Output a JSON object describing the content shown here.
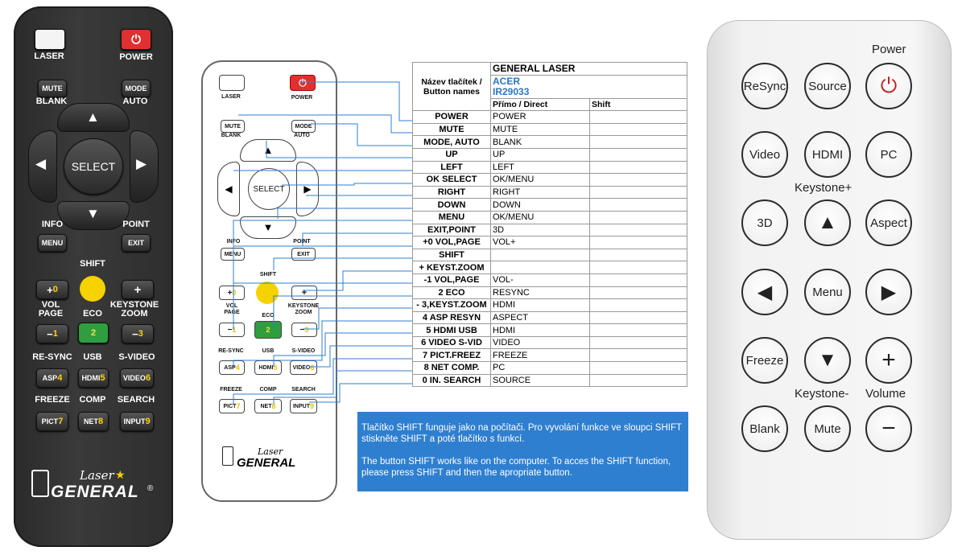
{
  "black_remote": {
    "laser": "LASER",
    "power": "POWER",
    "mute": "MUTE",
    "blank": "BLANK",
    "mode": "MODE",
    "auto": "AUTO",
    "select": "SELECT",
    "info": "INFO",
    "point": "POINT",
    "menu": "MENU",
    "exit": "EXIT",
    "shift": "SHIFT",
    "plus0": "+",
    "zero": "0",
    "plus": "+",
    "vol_page": "VOL\nPAGE",
    "eco": "ECO",
    "keystone_zoom": "KEYSTONE\nZOOM",
    "minus1": "−",
    "one": "1",
    "two": "2",
    "minus3": "−",
    "three": "3",
    "resync": "RE-SYNC",
    "usb": "USB",
    "svideo": "S-VIDEO",
    "asp": "ASP",
    "four": "4",
    "hdmi": "HDMI",
    "five": "5",
    "video": "VIDEO",
    "six": "6",
    "freeze": "FREEZE",
    "comp": "COMP",
    "search": "SEARCH",
    "pict": "PICT",
    "seven": "7",
    "net": "NET",
    "eight": "8",
    "input": "INPUT",
    "nine": "9",
    "brand_script": "Laser",
    "brand": "GENERAL",
    "reg": "®"
  },
  "outline_remote": {
    "laser": "LASER",
    "power": "POWER",
    "mute": "MUTE",
    "blank": "BLANK",
    "mode": "MODE",
    "auto": "AUTO",
    "select": "SELECT",
    "info": "INFO",
    "point": "POINT",
    "menu": "MENU",
    "exit": "EXIT",
    "shift": "SHIFT",
    "vol": "VOL\nPAGE",
    "eco": "ECO",
    "keystone": "KEYSTONE\nZOOM",
    "resync": "RE-SYNC",
    "usb": "USB",
    "svideo": "S-VIDEO",
    "asp": "ASP",
    "hdmi": "HDMI",
    "video": "VIDEO",
    "freeze": "FREEZE",
    "comp": "COMP",
    "search": "SEARCH",
    "pict": "PICT",
    "net": "NET",
    "input": "INPUT",
    "brand_script": "Laser",
    "brand": "GENERAL"
  },
  "table": {
    "header_brand": "GENERAL LASER",
    "header_label": "Název tlačítek / Button names",
    "acer": "ACER",
    "model": "IR29033",
    "col_direct": "Přímo / Direct",
    "col_shift": "Shift",
    "rows": [
      {
        "name": "POWER",
        "direct": "POWER",
        "shift": ""
      },
      {
        "name": "MUTE",
        "direct": "MUTE",
        "shift": ""
      },
      {
        "name": "MODE, AUTO",
        "direct": "BLANK",
        "shift": ""
      },
      {
        "name": "UP",
        "direct": "UP",
        "shift": ""
      },
      {
        "name": "LEFT",
        "direct": "LEFT",
        "shift": ""
      },
      {
        "name": "OK SELECT",
        "direct": "OK/MENU",
        "shift": ""
      },
      {
        "name": "RIGHT",
        "direct": "RIGHT",
        "shift": ""
      },
      {
        "name": "DOWN",
        "direct": "DOWN",
        "shift": ""
      },
      {
        "name": "MENU",
        "direct": "OK/MENU",
        "shift": ""
      },
      {
        "name": "EXIT,POINT",
        "direct": "3D",
        "shift": ""
      },
      {
        "name": "+0 VOL,PAGE",
        "direct": "VOL+",
        "shift": ""
      },
      {
        "name": "SHIFT",
        "direct": "",
        "shift": ""
      },
      {
        "name": "+ KEYST.ZOOM",
        "direct": "",
        "shift": ""
      },
      {
        "name": "-1 VOL,PAGE",
        "direct": "VOL-",
        "shift": ""
      },
      {
        "name": "2 ECO",
        "direct": "RESYNC",
        "shift": ""
      },
      {
        "name": "- 3,KEYST.ZOOM",
        "direct": "HDMI",
        "shift": ""
      },
      {
        "name": "4 ASP RESYN",
        "direct": "ASPECT",
        "shift": ""
      },
      {
        "name": "5 HDMI USB",
        "direct": "HDMI",
        "shift": ""
      },
      {
        "name": "6 VIDEO S-VID",
        "direct": "VIDEO",
        "shift": ""
      },
      {
        "name": "7 PICT.FREEZ",
        "direct": "FREEZE",
        "shift": ""
      },
      {
        "name": "8 NET COMP.",
        "direct": "PC",
        "shift": ""
      },
      {
        "name": "0 IN. SEARCH",
        "direct": "SOURCE",
        "shift": ""
      }
    ]
  },
  "note": {
    "cz": "Tlačítko SHIFT funguje jako na počítači. Pro vyvolání funkce ve sloupci SHIFT stiskněte SHIFT a poté tlačítko s funkcí.",
    "en": "The button SHIFT works like on the computer. To acces the SHIFT function, please press SHIFT and then the apropriate button."
  },
  "white_remote": {
    "power_label": "Power",
    "resync": "ReSync",
    "source": "Source",
    "video": "Video",
    "hdmi": "HDMI",
    "pc": "PC",
    "keystone_plus": "Keystone+",
    "threed": "3D",
    "aspect": "Aspect",
    "menu": "Menu",
    "freeze": "Freeze",
    "keystone_minus": "Keystone-",
    "volume": "Volume",
    "blank": "Blank",
    "mute": "Mute",
    "plus": "+",
    "minus": "−"
  },
  "colors": {
    "note_bg": "#2f7fd0",
    "acer_blue": "#2a76c6",
    "power_red": "#d42020",
    "eco_green": "#2e9e3e",
    "shift_yellow": "#f5d200"
  }
}
